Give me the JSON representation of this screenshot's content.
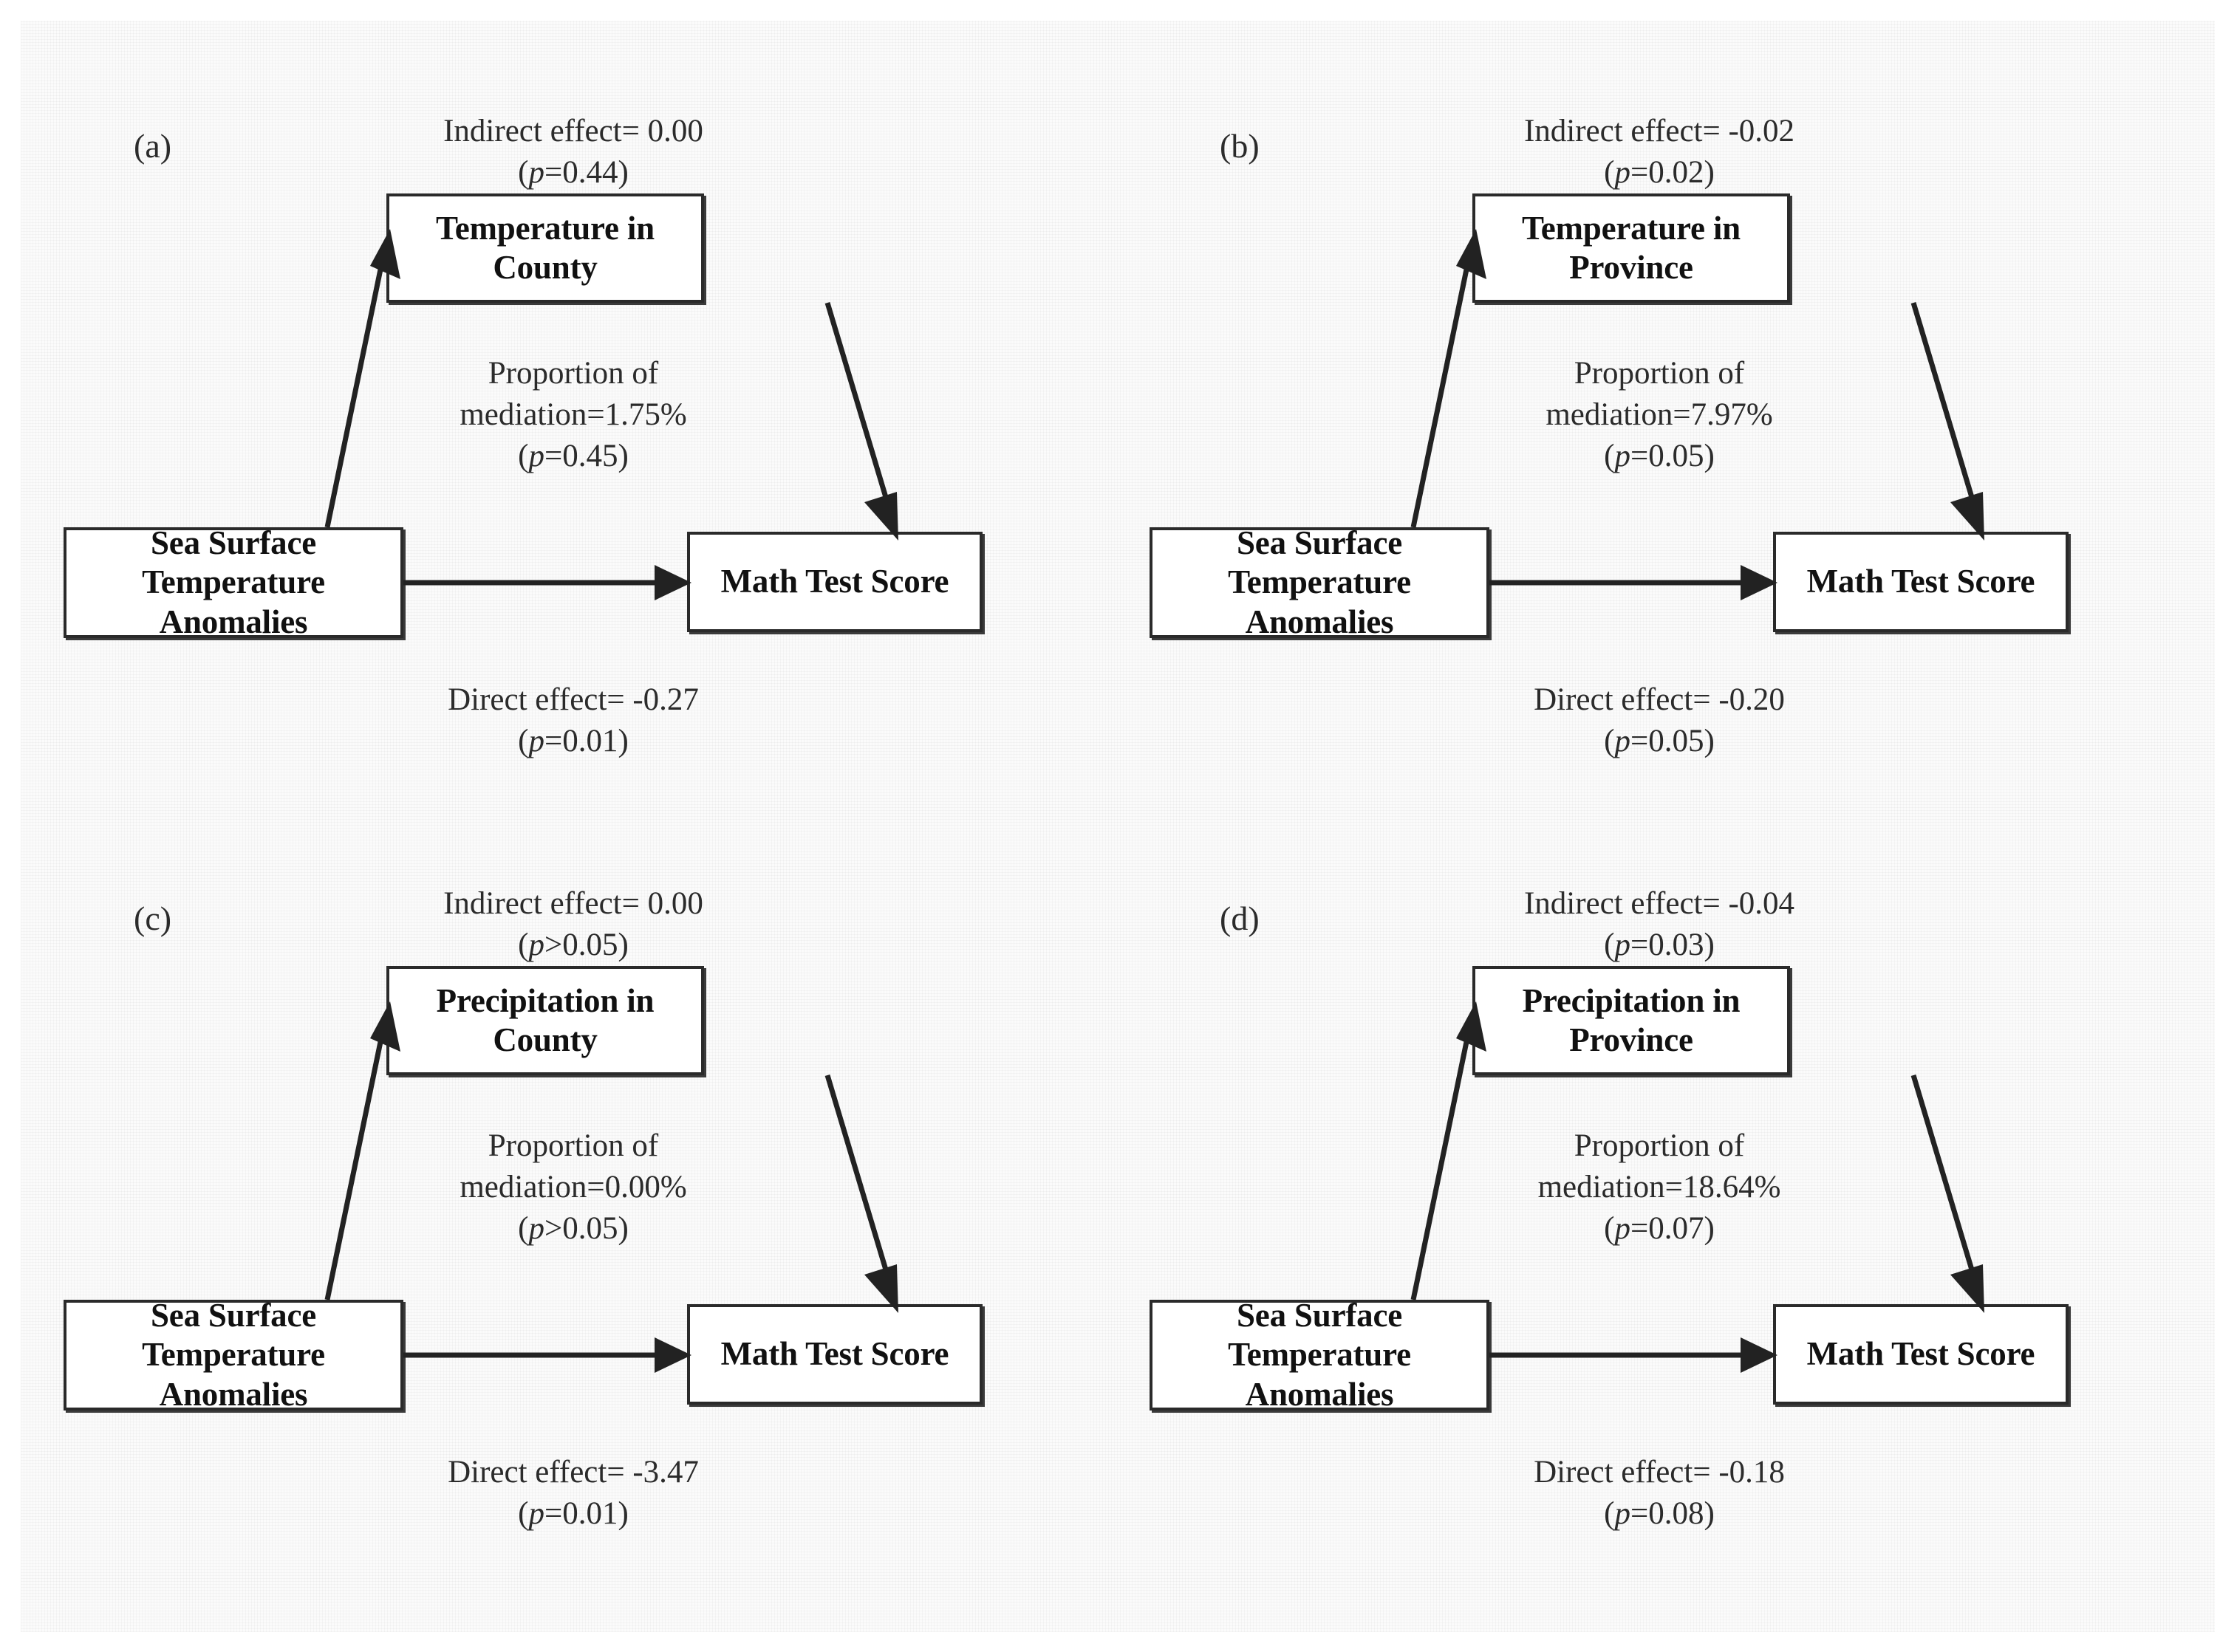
{
  "figure": {
    "type": "mediation-path-diagram-grid",
    "panel_count": 4,
    "shared": {
      "predictor_label_line1": "Sea Surface Temperature",
      "predictor_label_line2": "Anomalies",
      "outcome_label": "Math Test Score",
      "proportion_prefix": "Proportion of",
      "mediation_prefix": "mediation=",
      "indirect_prefix": "Indirect effect= ",
      "direct_prefix": "Direct effect= "
    }
  },
  "panels": [
    {
      "id": "a",
      "label": "(a)",
      "mediator_line1": "Temperature in",
      "mediator_line2": "County",
      "indirect_effect_text": "Indirect effect= 0.00",
      "indirect_effect_value": 0.0,
      "indirect_p_text": "(p=0.44)",
      "indirect_p_value": 0.44,
      "proportion_line1": "Proportion of",
      "proportion_line2": "mediation=1.75%",
      "proportion_value": 1.75,
      "proportion_p_text": "(p=0.45)",
      "proportion_p_value": 0.45,
      "direct_effect_text": "Direct effect= -0.27",
      "direct_effect_value": -0.27,
      "direct_p_text": "(p=0.01)",
      "direct_p_value": 0.01,
      "predictor_line1": "Sea Surface Temperature",
      "predictor_line2": "Anomalies",
      "outcome": "Math Test Score"
    },
    {
      "id": "b",
      "label": "(b)",
      "mediator_line1": "Temperature in",
      "mediator_line2": "Province",
      "indirect_effect_text": "Indirect effect= -0.02",
      "indirect_effect_value": -0.02,
      "indirect_p_text": "(p=0.02)",
      "indirect_p_value": 0.02,
      "proportion_line1": "Proportion of",
      "proportion_line2": "mediation=7.97%",
      "proportion_value": 7.97,
      "proportion_p_text": "(p=0.05)",
      "proportion_p_value": 0.05,
      "direct_effect_text": "Direct effect= -0.20",
      "direct_effect_value": -0.2,
      "direct_p_text": "(p=0.05)",
      "direct_p_value": 0.05,
      "predictor_line1": "Sea Surface Temperature",
      "predictor_line2": "Anomalies",
      "outcome": "Math Test Score"
    },
    {
      "id": "c",
      "label": "(c)",
      "mediator_line1": "Precipitation in",
      "mediator_line2": "County",
      "indirect_effect_text": "Indirect effect= 0.00",
      "indirect_effect_value": 0.0,
      "indirect_p_text": "(p>0.05)",
      "indirect_p_value": null,
      "proportion_line1": "Proportion of",
      "proportion_line2": "mediation=0.00%",
      "proportion_value": 0.0,
      "proportion_p_text": "(p>0.05)",
      "proportion_p_value": null,
      "direct_effect_text": "Direct effect= -3.47",
      "direct_effect_value": -3.47,
      "direct_p_text": "(p=0.01)",
      "direct_p_value": 0.01,
      "predictor_line1": "Sea Surface Temperature",
      "predictor_line2": "Anomalies",
      "outcome": "Math Test Score"
    },
    {
      "id": "d",
      "label": "(d)",
      "mediator_line1": "Precipitation in",
      "mediator_line2": "Province",
      "indirect_effect_text": "Indirect effect= -0.04",
      "indirect_effect_value": -0.04,
      "indirect_p_text": "(p=0.03)",
      "indirect_p_value": 0.03,
      "proportion_line1": "Proportion of",
      "proportion_line2": "mediation=18.64%",
      "proportion_value": 18.64,
      "proportion_p_text": "(p=0.07)",
      "proportion_p_value": 0.07,
      "direct_effect_text": "Direct effect= -0.18",
      "direct_effect_value": -0.18,
      "direct_p_text": "(p=0.08)",
      "direct_p_value": 0.08,
      "predictor_line1": "Sea Surface Temperature",
      "predictor_line2": "Anomalies",
      "outcome": "Math Test Score"
    }
  ]
}
